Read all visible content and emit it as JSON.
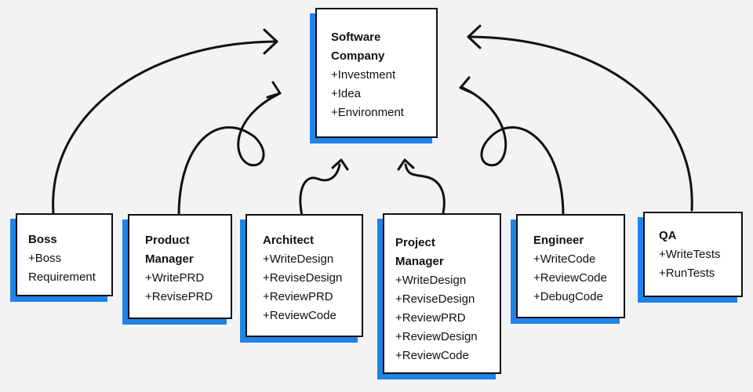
{
  "company": {
    "title_lines": [
      "Software",
      "Company"
    ],
    "items": [
      "+Investment",
      "+Idea",
      "+Environment"
    ]
  },
  "roles": [
    {
      "title_lines": [
        "Boss"
      ],
      "items": [
        "+Boss",
        "Requirement"
      ]
    },
    {
      "title_lines": [
        "Product",
        "Manager"
      ],
      "items": [
        "+WritePRD",
        "+RevisePRD"
      ]
    },
    {
      "title_lines": [
        "Architect"
      ],
      "items": [
        "+WriteDesign",
        "+ReviseDesign",
        "+ReviewPRD",
        "+ReviewCode"
      ]
    },
    {
      "title_lines": [
        "Project",
        "Manager"
      ],
      "items": [
        "+WriteDesign",
        "+ReviseDesign",
        "+ReviewPRD",
        "+ReviewDesign",
        "+ReviewCode"
      ]
    },
    {
      "title_lines": [
        "Engineer"
      ],
      "items": [
        "+WriteCode",
        "+ReviewCode",
        "+DebugCode"
      ]
    },
    {
      "title_lines": [
        "QA"
      ],
      "items": [
        "+WriteTests",
        "+RunTests"
      ]
    }
  ],
  "colors": {
    "accent": "#1f84e8",
    "stroke": "#111111",
    "background": "#f3f3f6",
    "card": "#ffffff"
  }
}
